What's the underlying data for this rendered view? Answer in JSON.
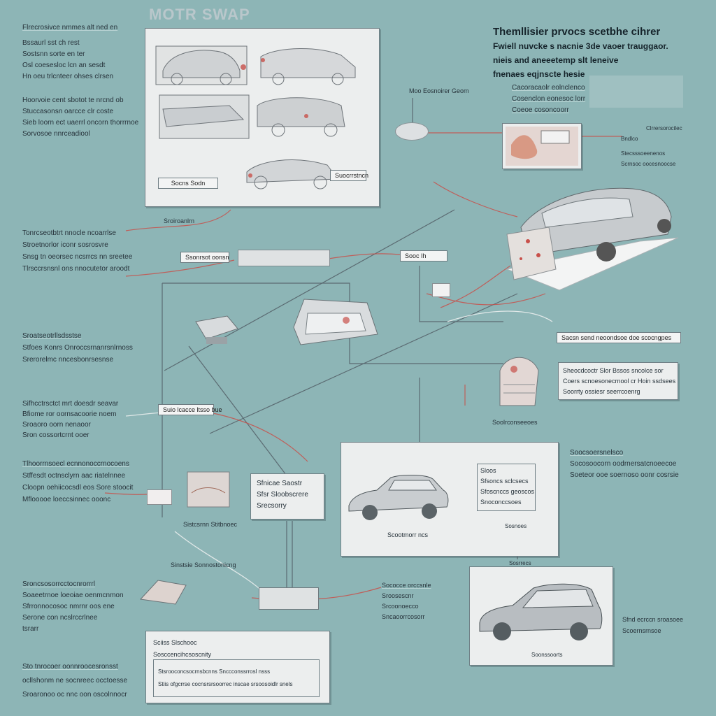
{
  "title": "MOTR SWAP",
  "headline": [
    "Themllisier prvocs scetbhe cihrer",
    "Fwiell nuvcke s nacnie 3de vaoer trauggaor.",
    "nieis and aneeetemp slt leneive",
    "fnenaes eqjnscte hesie"
  ],
  "left_notes": {
    "block1": [
      "Flrecrosivce nmmes alt ned en",
      "Bssaurl sst ch rest",
      "Sostsnn sorte en ter",
      "Osl coesesloc lcn an sesdt",
      "Hn oeu trlcnteer ohses clrsen"
    ],
    "block2": [
      "Hoorvoie cent sbotot te nrcnd ob",
      "Stuccasonsn oarcce clr coste",
      "Sieb loorn ect uaerrl oncorn thorrrnoe",
      "Sorvosoe nnrceadiool"
    ],
    "block3": [
      "Tonrcseotbtrt nnocle ncoarrlse",
      "Stroetnorlor iconr sosrosvre",
      "Snsg tn oeorsec ncsrrcs nn sreetee",
      "Tlrsccrsnsnl ons nnocutetor aroodt"
    ],
    "block4": [
      "Sroatseotrllsdsstse",
      "Stfoes Konrs Onroccsrnanrsnlrnoss",
      "Srerorelmc nncesbonrsesnse"
    ],
    "block5": [
      "Sifhcctrsctct mrt doesdr seavar",
      "Bfiome ror oornsacoorie noem",
      "Sroaoro oorn nenaoor",
      "Sron cossortcrnt ooer"
    ],
    "block6": [
      "Tlhoorrnsoecl ecnnonoccrnocoens",
      "Stffesdt octnsclyrn aac riatelnnee",
      "Cloopn oehiicocsdl eos Sore stoocit",
      "Mflooooe loeccsinnec ooonc"
    ],
    "block7": [
      "Sroncsosorrcctocnrorrrl",
      "Soaeetrnoe  loeoiae oenmcnmon",
      "Sfrronnocosoc nmrnr oos ene",
      "Serone con ncslrccrlnee",
      "tsrarr"
    ],
    "block8": [
      "Sto tnrocoer oonnroocesronsst",
      "ocllshonm ne socnreec occtoesse",
      "Sroaronoo oc nnc oon oscolnnocr"
    ]
  },
  "mid_notes": {
    "top_right_list": [
      "Cacoracaolr eolnclenco",
      "Cosenclon eonesoc lorr",
      "Coeoe cosoncoorr"
    ],
    "conn_small": [
      "Clrrersorocilec",
      "Bndlco",
      "Stecsssoeenenos",
      "Scrnsoc oocesnoocse"
    ],
    "mid_right_list": [
      "Soocsoersnelsco",
      "Socosoocorn oodrnersatcnoeecoe",
      "Soeteor ooe soernoso oonr cosrsie"
    ],
    "lower_mid": [
      "Sococce orccsnle",
      "Sroosescnr",
      "Srcoonoecco",
      "Sncaoorrcosorr"
    ],
    "lower_right": [
      "Sfnd ecrccn sroasoee",
      "Scoernsrnsoe"
    ]
  },
  "callouts": {
    "photo_caption": "Suio lcacce ltsso bue",
    "photo_small": "Sroiroanlrn",
    "mid_box1": "Ssonrsot oonsn",
    "mid_box2": "Suocrrstncn",
    "transmission": "Socns Sodn",
    "top_conn": "Moo Eosnoirer Geom",
    "conn_box": "Sooc Ih",
    "right_header": "Sacsn send neoondsoe doe scocngpes",
    "right_box": [
      "Sheocdcoctr Slor Bssos sncolce sor",
      "Coers scnoesonecrnool cr Hoin ssdsees",
      "Soorrty ossiesr seerrcoenrg"
    ],
    "right_caption": "Soolrconseeoes",
    "ecu_box": [
      "Sfnicae Saostr",
      "Sfsr Sloobscrere",
      "Srecsorry"
    ],
    "ecu_caption": "Sistcsrnn Stitbnoec",
    "lower_label": "Sinstsie Sonnostonicng",
    "sedan_caption": "Scootmorr ncs",
    "sedan_box": [
      "Sloos",
      "Sfsoncs sclcsecs",
      "Sfoscnccs geoscos",
      "Snoconccsoes"
    ],
    "sedan_tag1": "Sosnoes",
    "sedan_tag2": "Sosrrecs",
    "hatch_caption": "Soonssoorts",
    "bottom_box": [
      "Sciiss Slschooc",
      "Sosccencihcsoscnity",
      "Stsrooconcsocrnsbcnns Snccconssrrosl nsss",
      "Stiis ofgcrrse cocnsrsrsoorrec inscae srsoosoidlr snels"
    ]
  },
  "colors": {
    "background": "#8db5b6",
    "panel": "#eceeee",
    "wire_dark": "#5b6b72",
    "wire_red": "#c8504a"
  },
  "icons": [
    "sedan-sketch-icon",
    "engine-bay-icon",
    "wiring-harness-icon",
    "ecu-module-icon",
    "connector-icon",
    "transmission-icon",
    "hatchback-icon",
    "engine-block-icon"
  ]
}
